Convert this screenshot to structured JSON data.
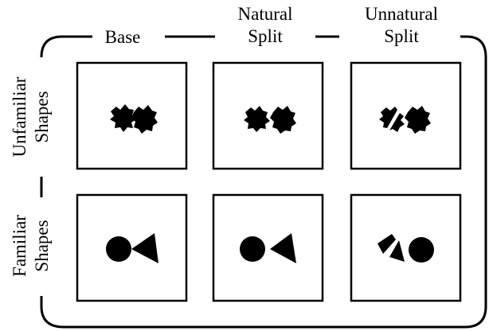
{
  "columns": [
    {
      "line1": "Base",
      "line2": ""
    },
    {
      "line1": "Natural",
      "line2": "Split"
    },
    {
      "line1": "Unnatural",
      "line2": "Split"
    }
  ],
  "rows": [
    {
      "line1": "Unfamiliar",
      "line2": "Shapes"
    },
    {
      "line1": "Familiar",
      "line2": "Shapes"
    }
  ],
  "colors": {
    "ink": "#000000",
    "background": "#ffffff"
  }
}
